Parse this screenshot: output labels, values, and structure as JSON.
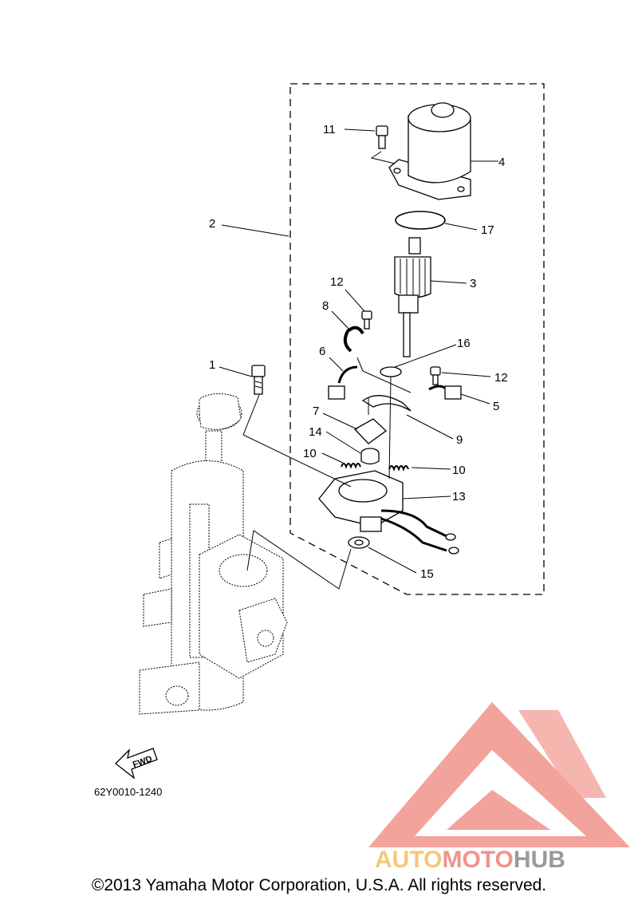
{
  "diagram": {
    "callouts": {
      "c1": "1",
      "c2": "2",
      "c3": "3",
      "c4": "4",
      "c5": "5",
      "c6": "6",
      "c7": "7",
      "c8": "8",
      "c9": "9",
      "c10a": "10",
      "c10b": "10",
      "c11": "11",
      "c12a": "12",
      "c12b": "12",
      "c13": "13",
      "c14": "14",
      "c15": "15",
      "c16": "16",
      "c17": "17"
    },
    "fwd_label": "FWD",
    "figure_code": "62Y0010-1240"
  },
  "watermark": {
    "text_auto": "AUTO",
    "text_moto": "MOTO",
    "text_hub": "HUB",
    "color_primary": "#f0948a",
    "color_secondary": "#f3c879",
    "color_hub": "#9a9a9a"
  },
  "footer": {
    "copyright": "©2013 Yamaha Motor Corporation, U.S.A. All rights reserved."
  }
}
